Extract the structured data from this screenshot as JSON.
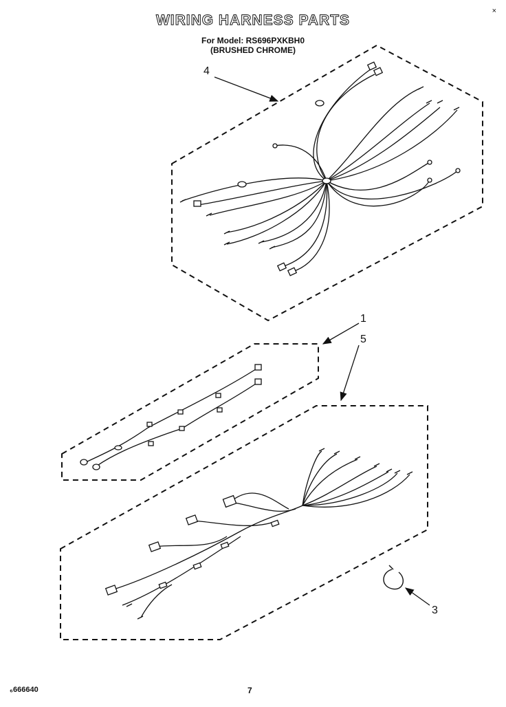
{
  "header": {
    "title": "WIRING HARNESS PARTS",
    "model_line": "For Model: RS696PXKBH0",
    "finish_line": "(BRUSHED CHROME)",
    "corner_mark": "×"
  },
  "callouts": [
    "4",
    "1",
    "5",
    "3"
  ],
  "footer": {
    "doc_number": "₆666640",
    "page_number": "7"
  }
}
